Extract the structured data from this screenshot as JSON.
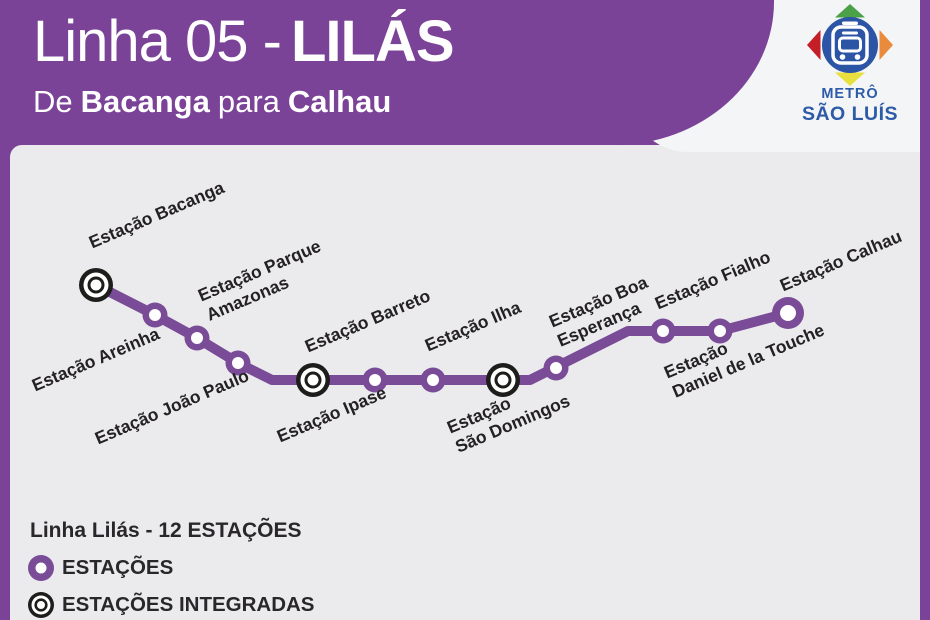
{
  "header": {
    "line_number_title": "Linha 05 -",
    "line_name": "LILÁS",
    "subtitle": {
      "de": "De",
      "origin": "Bacanga",
      "para": "para",
      "destination": "Calhau"
    }
  },
  "logo": {
    "brand_line1": "METRÔ",
    "brand_line2": "SÃO LUÍS"
  },
  "colors": {
    "header_purple": "#7a4397",
    "line_purple": "#7a4b97",
    "panel_gray": "#ebebee",
    "logo_panel_white": "#f4f5f7",
    "logo_blue": "#2d55a5",
    "station_black": "#1d1d1b",
    "label_text": "#242124",
    "triangle_green": "#4aa147",
    "triangle_orange": "#e98b3d",
    "triangle_yellow": "#e9df3e",
    "triangle_red": "#c41e27"
  },
  "stations": [
    {
      "name": "Estação Bacanga",
      "type": "integrada",
      "lines": [
        "Estação Bacanga"
      ]
    },
    {
      "name": "Estação Areinha",
      "type": "comum",
      "lines": [
        "Estação Areinha"
      ]
    },
    {
      "name": "Estação Parque Amazonas",
      "type": "comum",
      "lines": [
        "Estação Parque",
        "Amazonas"
      ]
    },
    {
      "name": "Estação João Paulo",
      "type": "comum",
      "lines": [
        "Estação João Paulo"
      ]
    },
    {
      "name": "Estação Barreto",
      "type": "integrada",
      "lines": [
        "Estação Barreto"
      ]
    },
    {
      "name": "Estação Ipase",
      "type": "comum",
      "lines": [
        "Estação Ipase"
      ]
    },
    {
      "name": "Estação Ilha",
      "type": "comum",
      "lines": [
        "Estação Ilha"
      ]
    },
    {
      "name": "Estação São Domingos",
      "type": "integrada",
      "lines": [
        "Estação",
        "São Domingos"
      ]
    },
    {
      "name": "Estação Boa Esperança",
      "type": "comum",
      "lines": [
        "Estação Boa",
        "Esperança"
      ]
    },
    {
      "name": "Estação Fialho",
      "type": "comum",
      "lines": [
        "Estação Fialho"
      ]
    },
    {
      "name": "Estação Daniel de la Touche",
      "type": "comum",
      "lines": [
        "Estação",
        "Daniel de la Touche"
      ]
    },
    {
      "name": "Estação Calhau",
      "type": "terminal",
      "lines": [
        "Estação Calhau"
      ]
    }
  ],
  "legend": {
    "title": "Linha Lilás - 12 ESTAÇÕES",
    "items": [
      {
        "label": "ESTAÇÕES"
      },
      {
        "label": "ESTAÇÕES INTEGRADAS"
      }
    ]
  }
}
